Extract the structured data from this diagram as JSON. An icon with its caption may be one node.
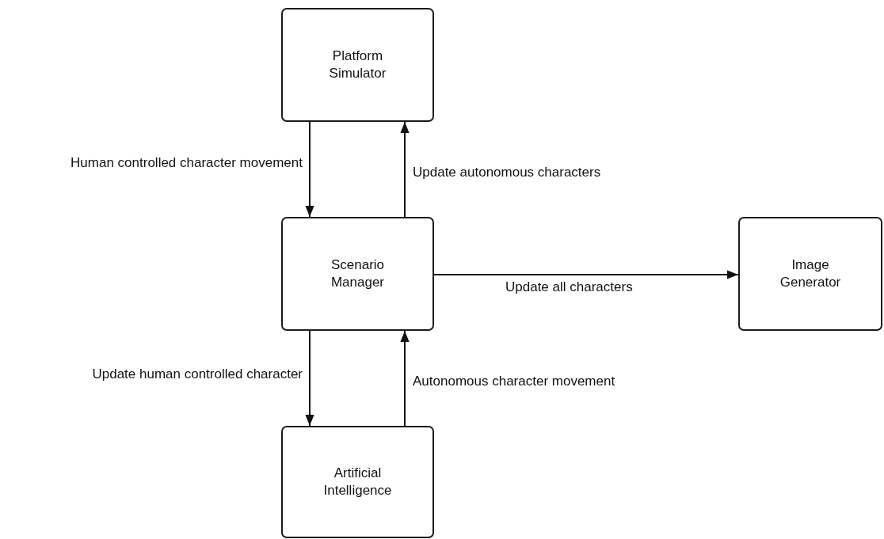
{
  "diagram": {
    "nodes": [
      {
        "text": [
          "Platform Simulator"
        ]
      },
      {
        "text": [
          "Scenario Manager"
        ]
      },
      {
        "text": [
          "Image Generator"
        ]
      },
      {
        "text": [
          "Artificial Intelligence"
        ]
      }
    ],
    "edges": [
      {
        "from": 0,
        "to": 1,
        "arrow": "to",
        "label": "Human controlled character movement"
      },
      {
        "from": 1,
        "to": 0,
        "arrow": "to",
        "label": "Update autonomous characters"
      },
      {
        "from": 1,
        "to": 2,
        "arrow": "to",
        "label": "Update all characters"
      },
      {
        "from": 1,
        "to": 3,
        "arrow": "to",
        "label": "Update human controlled character"
      },
      {
        "from": 3,
        "to": 1,
        "arrow": "to",
        "label": "Autonomous character movement"
      }
    ]
  }
}
